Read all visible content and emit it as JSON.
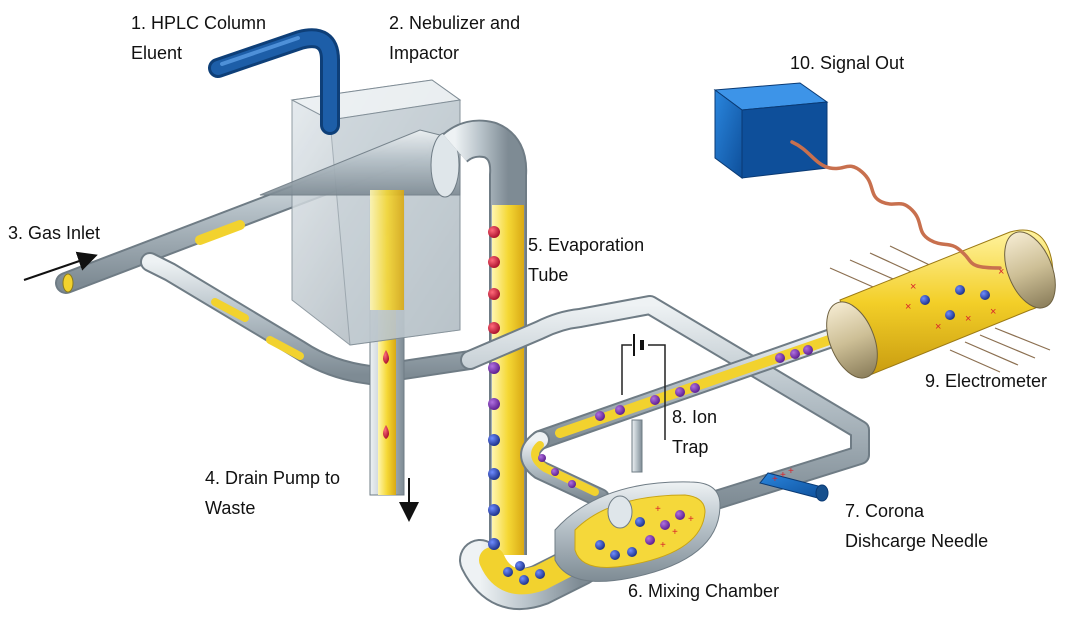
{
  "diagram": {
    "labels": {
      "hplc": [
        "1. HPLC Column",
        "Eluent"
      ],
      "nebulizer": [
        "2. Nebulizer and",
        "Impactor"
      ],
      "gas_inlet": [
        "3. Gas Inlet"
      ],
      "drain": [
        "4. Drain Pump to",
        "Waste"
      ],
      "evaporation": [
        "5. Evaporation",
        "Tube"
      ],
      "mixing": [
        "6. Mixing Chamber"
      ],
      "corona": [
        "7. Corona",
        "Dishcarge Needle"
      ],
      "ion_trap": [
        "8. Ion",
        "Trap"
      ],
      "electrometer": [
        "9. Electrometer"
      ],
      "signal_out": [
        "10. Signal Out"
      ]
    },
    "colors": {
      "tube_metal": "#b8c4cc",
      "fluid_yellow": "#f2d22e",
      "signal_box": "#1c6fc4",
      "hplc_tube": "#1d5ea8",
      "droplet_red": "#c0143c",
      "particle_blue": "#2444a8",
      "charge_red": "#d8242c",
      "signal_wire": "#c8704e"
    },
    "icons": [
      "arrow-in-icon",
      "arrow-down-icon",
      "battery-icon",
      "wave-signal-icon"
    ]
  }
}
